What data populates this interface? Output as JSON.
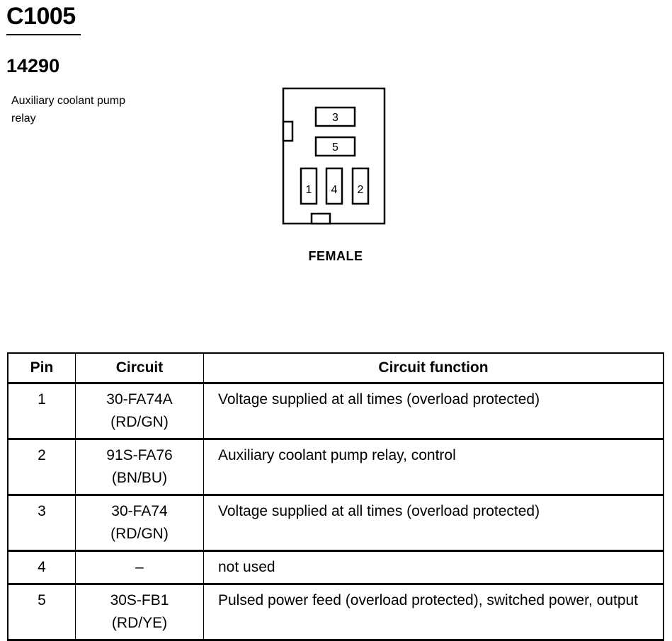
{
  "connector": {
    "id": "C1005",
    "part_number": "14290",
    "description": "Auxiliary coolant pump relay",
    "gender": "FEMALE",
    "face_pins": [
      "3",
      "5",
      "1",
      "4",
      "2"
    ]
  },
  "table": {
    "headers": {
      "pin": "Pin",
      "circuit": "Circuit",
      "function": "Circuit function"
    },
    "rows": [
      {
        "pin": "1",
        "circuit": "30-FA74A",
        "wire": "(RD/GN)",
        "function": "Voltage supplied at all times (overload protected)"
      },
      {
        "pin": "2",
        "circuit": "91S-FA76",
        "wire": "(BN/BU)",
        "function": "Auxiliary coolant pump relay, control"
      },
      {
        "pin": "3",
        "circuit": "30-FA74",
        "wire": "(RD/GN)",
        "function": "Voltage supplied at all times (overload protected)"
      },
      {
        "pin": "4",
        "circuit": "–",
        "wire": "",
        "function": "not used"
      },
      {
        "pin": "5",
        "circuit": "30S-FB1",
        "wire": "(RD/YE)",
        "function": "Pulsed power feed (overload protected), switched power, output"
      }
    ]
  }
}
